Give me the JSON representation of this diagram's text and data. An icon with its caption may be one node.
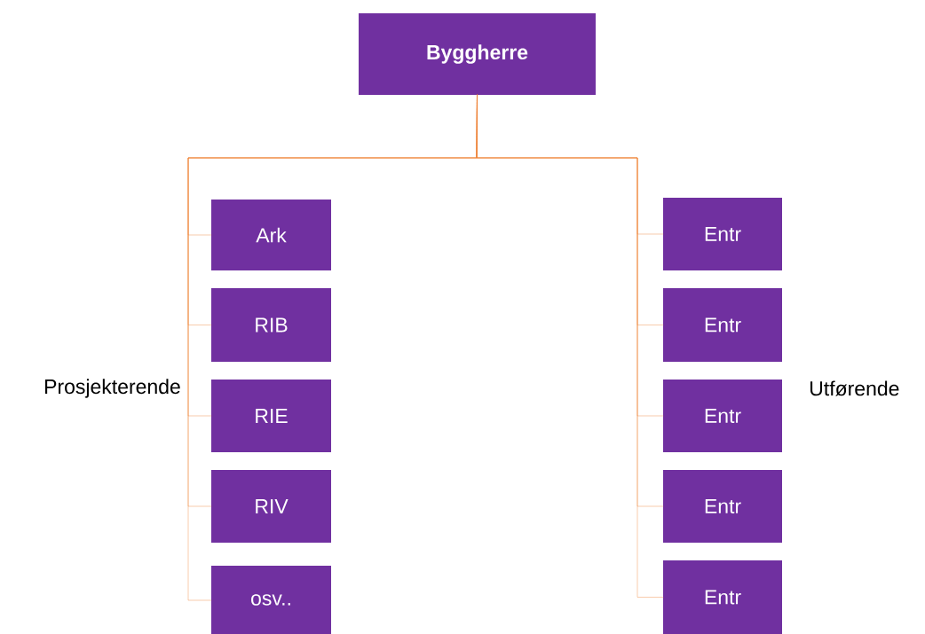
{
  "diagram": {
    "nodes": [
      {
        "text": [
          "Byggherre"
        ]
      },
      {
        "text": [
          "Ark"
        ]
      },
      {
        "text": [
          "RIB"
        ]
      },
      {
        "text": [
          "RIE"
        ]
      },
      {
        "text": [
          "RIV"
        ]
      },
      {
        "text": [
          "osv.."
        ]
      },
      {
        "text": [
          "Entr"
        ]
      },
      {
        "text": [
          "Entr"
        ]
      },
      {
        "text": [
          "Entr"
        ]
      },
      {
        "text": [
          "Entr"
        ]
      },
      {
        "text": [
          "Entr"
        ]
      }
    ],
    "edges": [
      {
        "from": 0,
        "to": 1,
        "arrow": "none"
      },
      {
        "from": 0,
        "to": 2,
        "arrow": "none"
      },
      {
        "from": 0,
        "to": 3,
        "arrow": "none"
      },
      {
        "from": 0,
        "to": 4,
        "arrow": "none"
      },
      {
        "from": 0,
        "to": 5,
        "arrow": "none"
      },
      {
        "from": 0,
        "to": 6,
        "arrow": "none"
      },
      {
        "from": 0,
        "to": 7,
        "arrow": "none"
      },
      {
        "from": 0,
        "to": 8,
        "arrow": "none"
      },
      {
        "from": 0,
        "to": 9,
        "arrow": "none"
      },
      {
        "from": 0,
        "to": 10,
        "arrow": "none"
      }
    ],
    "labels": [
      "Prosjekterende",
      "Utførende"
    ]
  }
}
